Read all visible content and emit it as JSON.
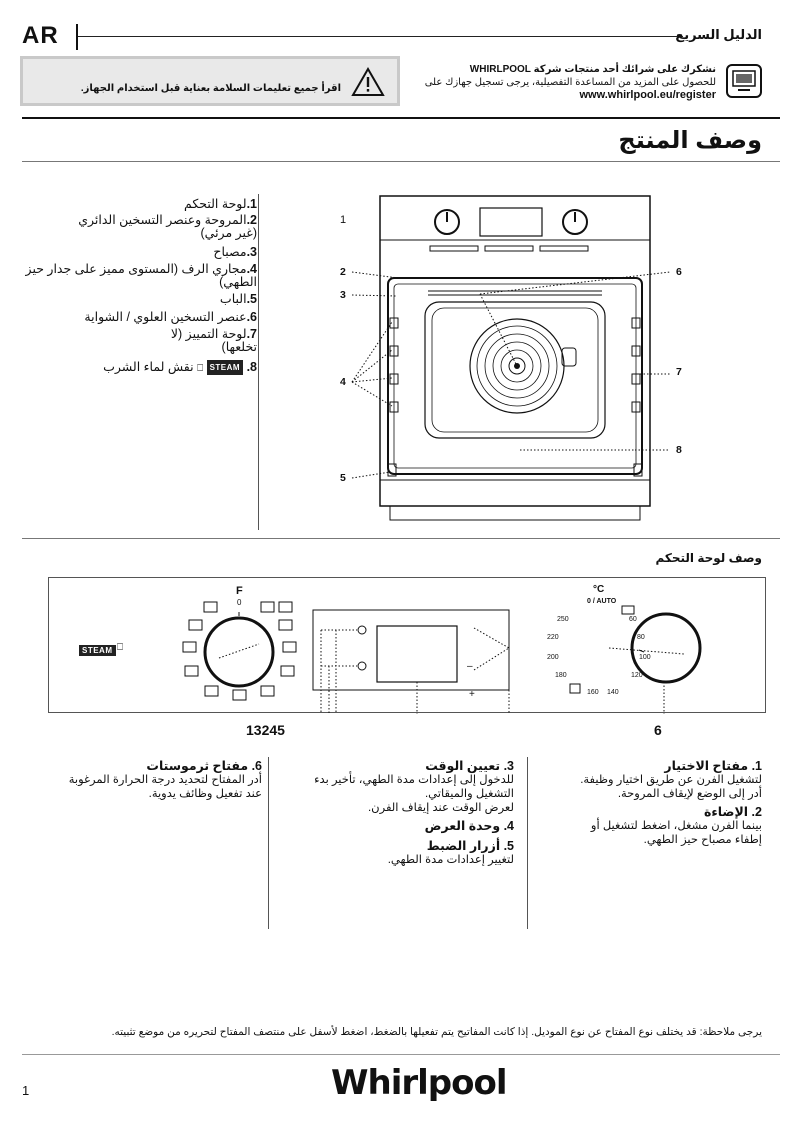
{
  "header": {
    "lang": "AR",
    "guide_title": "الدليل السريع"
  },
  "safety": {
    "text": "اقرأ جميع تعليمات السلامة بعناية قبل استخدام الجهاز."
  },
  "thanks": {
    "line1": "نشكرك على شرائك أحد منتجات شركة WHIRLPOOL",
    "line2": "للحصول على المزيد من المساعدة التفصيلية، يرجى تسجيل جهازك على",
    "url": "www.whirlpool.eu/register"
  },
  "product_title": "وصف المنتج",
  "parts": [
    {
      "num": "1.",
      "label": "لوحة التحكم"
    },
    {
      "num": "2.",
      "label": "المروحة وعنصر التسخين الدائري (غير مرئي)"
    },
    {
      "num": "3.",
      "label": "مصباح"
    },
    {
      "num": "4.",
      "label": "مجاري الرف (المستوى مميز على جدار حيز الطهي)"
    },
    {
      "num": "5.",
      "label": "الباب"
    },
    {
      "num": "6.",
      "label": "عنصر التسخين العلوي / الشواية"
    },
    {
      "num": "7.",
      "label": "لوحة التمييز (لا تخلعها)"
    },
    {
      "num": "8.",
      "label": "نقش لماء الشرب",
      "badge": "STEAM"
    }
  ],
  "callouts": {
    "c1": "1",
    "c2": "2",
    "c3": "3",
    "c4": "4",
    "c5": "5",
    "c6": "6",
    "c7": "7",
    "c8": "8"
  },
  "control": {
    "title": "وصف لوحة التحكم",
    "steam_badge": "STEAM",
    "left_knob_label": "F",
    "left_knob_zero": "0",
    "right_knob_unit": "°C",
    "right_knob_zero": "0 / AUTO",
    "temps": [
      "60",
      "80",
      "100",
      "120",
      "140",
      "160",
      "180",
      "200",
      "220",
      "250"
    ],
    "plus": "+",
    "minus": "–",
    "num_left": "13245",
    "num_right": "6"
  },
  "desc": {
    "right": {
      "h1": "1. مفتاح الاختيار",
      "p1a": "لتشغيل الفرن عن طريق اختيار وظيفة.",
      "p1b": "أدر إلى الوضع  لإيقاف المروحة.",
      "h2": "2. الإضاءة",
      "p2a": "بينما الفرن مشغل، اضغط  لتشغيل أو",
      "p2b": "إطفاء مصباح حيز الطهي."
    },
    "middle": {
      "h3": "3. تعيين الوقت",
      "p3a": "للدخول إلى إعدادات مدة الطهي، تأخير بدء",
      "p3b": "التشغيل والميقاتي.",
      "p3c": "لعرض الوقت عند إيقاف الفرن.",
      "h4": "4. وحدة العرض",
      "h5": "5. أزرار الضبط",
      "p5": "لتغيير إعدادات مدة الطهي."
    },
    "left": {
      "h6": "6. مفتاح ثرموستات",
      "p6a": "أدر المفتاح لتحديد درجة الحرارة المرغوبة",
      "p6b": "عند تفعيل وظائف يدوية."
    }
  },
  "note": "يرجى ملاحظة: قد يختلف نوع المفتاح عن نوع الموديل. إذا كانت المفاتيح يتم تفعيلها بالضغط، اضغط لأسفل على منتصف المفتاح لتحريره من موضع تثبيته.",
  "footer": {
    "page": "1",
    "brand": "Whirlpool"
  }
}
